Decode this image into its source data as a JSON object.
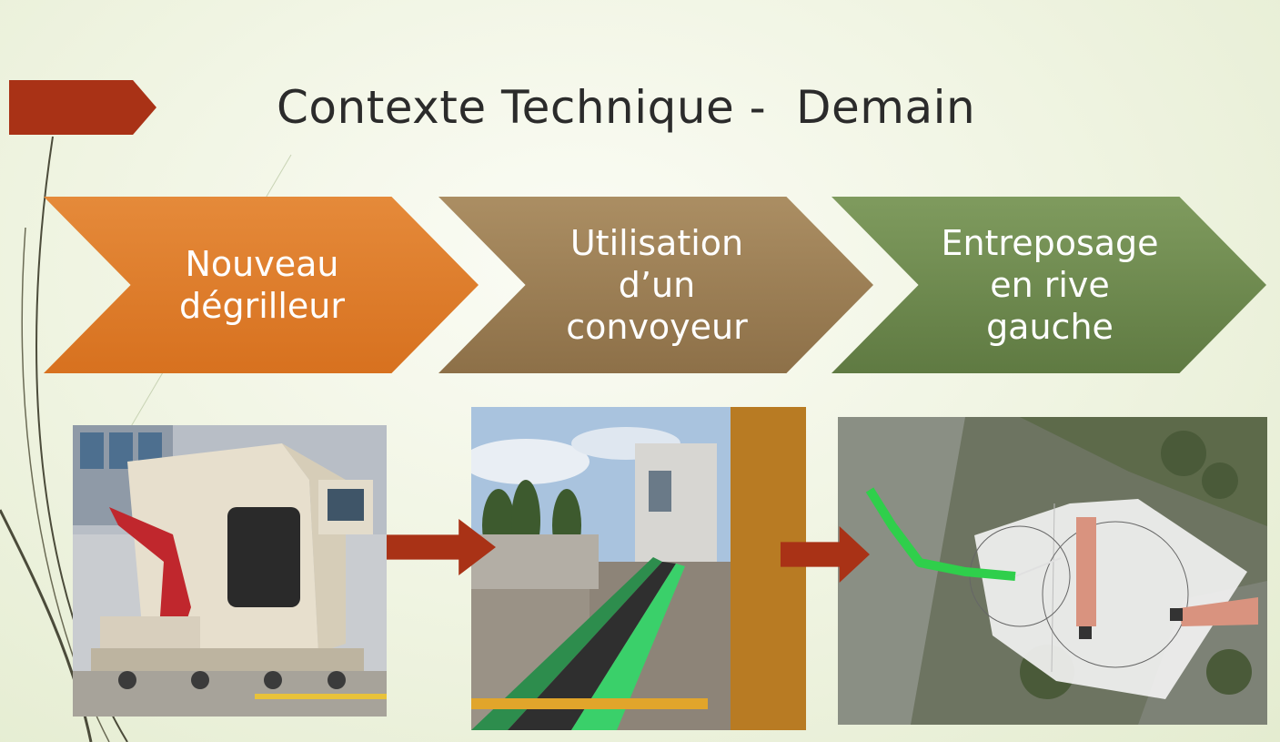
{
  "slide": {
    "title": "Contexte Technique -  Demain",
    "steps": [
      {
        "label": "Nouveau\ndégrilleur",
        "color": "#d97a2c"
      },
      {
        "label": "Utilisation\nd’un\nconvoyeur",
        "color": "#9d7f55"
      },
      {
        "label": "Entreposage\nen rive\ngauche",
        "color": "#6f8b4f"
      }
    ],
    "accent_color": "#a93216"
  }
}
